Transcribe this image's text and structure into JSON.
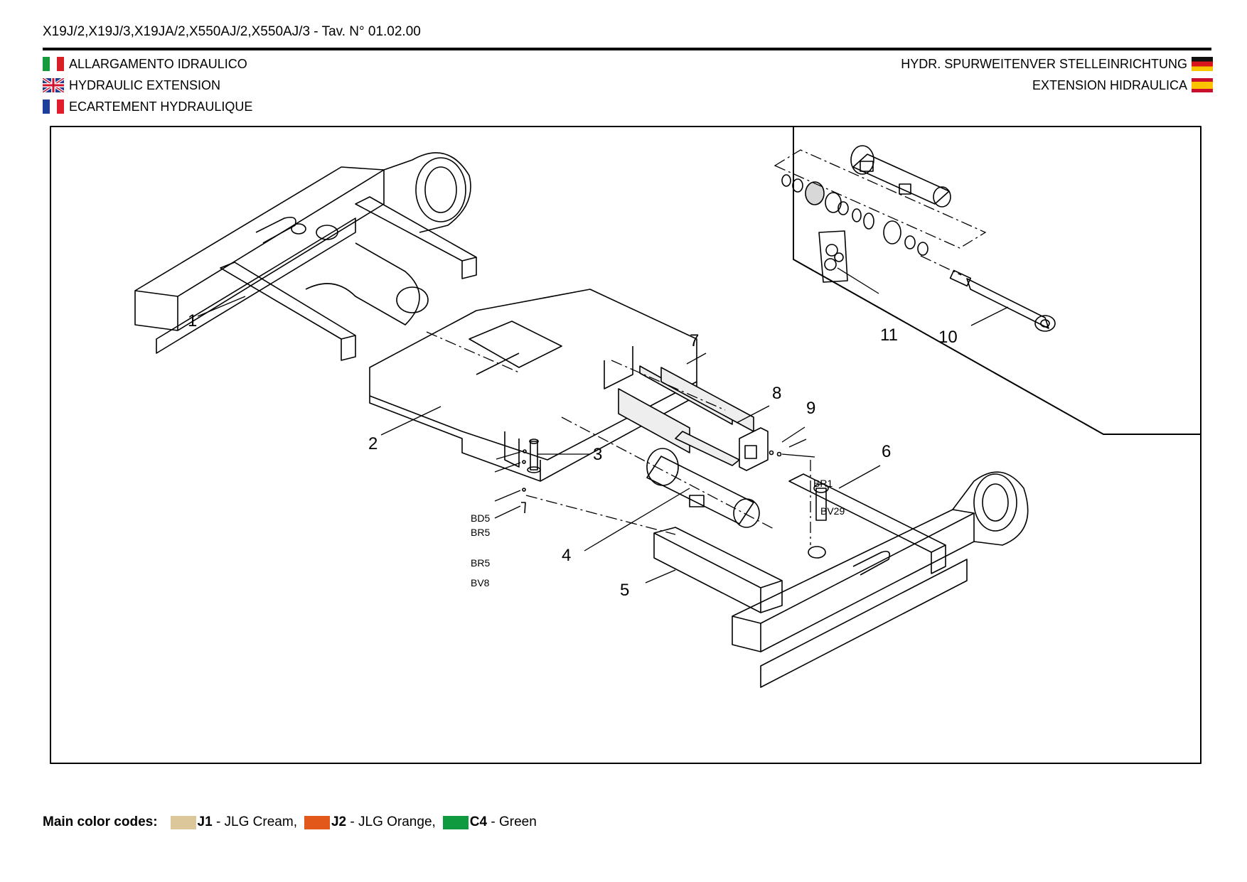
{
  "header": {
    "title": "X19J/2,X19J/3,X19JA/2,X550AJ/2,X550AJ/3 - Tav. N° 01.02.00"
  },
  "languages": {
    "left": [
      {
        "flag": "italy-flag-icon",
        "label": "ALLARGAMENTO IDRAULICO"
      },
      {
        "flag": "uk-flag-icon",
        "label": "HYDRAULIC EXTENSION"
      },
      {
        "flag": "france-flag-icon",
        "label": "ECARTEMENT HYDRAULIQUE"
      }
    ],
    "right": [
      {
        "flag": "germany-flag-icon",
        "label": "HYDR. SPURWEITENVER STELLEINRICHTUNG"
      },
      {
        "flag": "spain-flag-icon",
        "label": "EXTENSION HIDRAULICA"
      }
    ]
  },
  "callouts": {
    "c1": "1",
    "c2": "2",
    "c3": "3",
    "c4": "4",
    "c5": "5",
    "c6": "6",
    "c7": "7",
    "c8": "8",
    "c9": "9",
    "c10": "10",
    "c11": "11",
    "bd5": "BD5",
    "br5a": "BR5",
    "br5b": "BR5",
    "bv8": "BV8",
    "br1": "BR1",
    "bv29": "BV29"
  },
  "legend": {
    "lead": "Main color codes:",
    "items": [
      {
        "code": "J1",
        "label": " - JLG Cream,",
        "color": "#dcc79a"
      },
      {
        "code": "J2",
        "label": " - JLG Orange,",
        "color": "#e2571a"
      },
      {
        "code": "C4",
        "label": " - Green",
        "color": "#0f9a3f"
      }
    ]
  }
}
